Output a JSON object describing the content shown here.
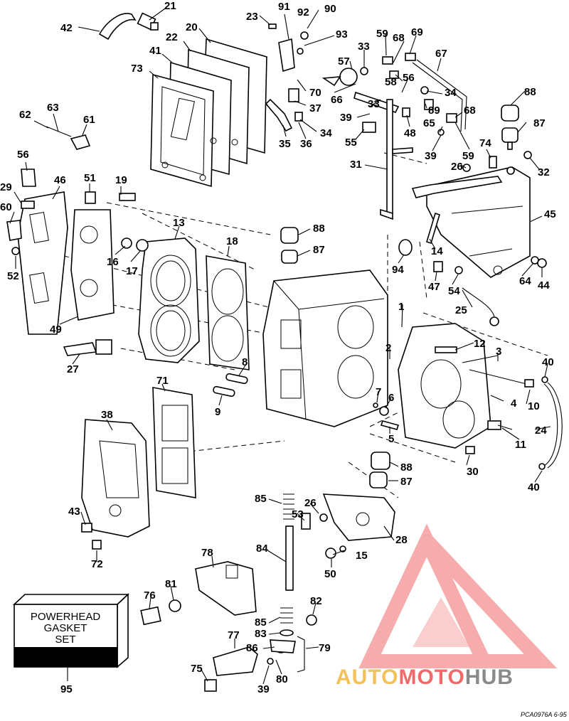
{
  "diagram": {
    "kit_box": {
      "line1": "POWERHEAD",
      "line2": "GASKET",
      "line3": "SET"
    },
    "doc_code": "PCA0976A  6-95",
    "watermark": {
      "part1": "AUTO",
      "part2": "MOTO",
      "part3": "HUB"
    },
    "callouts": [
      {
        "id": "c21",
        "label": "21"
      },
      {
        "id": "c42",
        "label": "42"
      },
      {
        "id": "c23",
        "label": "23"
      },
      {
        "id": "c91",
        "label": "91"
      },
      {
        "id": "c92",
        "label": "92"
      },
      {
        "id": "c90",
        "label": "90"
      },
      {
        "id": "c20",
        "label": "20"
      },
      {
        "id": "c22",
        "label": "22"
      },
      {
        "id": "c93",
        "label": "93"
      },
      {
        "id": "c41",
        "label": "41"
      },
      {
        "id": "c73",
        "label": "73"
      },
      {
        "id": "c33a",
        "label": "33"
      },
      {
        "id": "c59a",
        "label": "59"
      },
      {
        "id": "c68a",
        "label": "68"
      },
      {
        "id": "c69",
        "label": "69"
      },
      {
        "id": "c67",
        "label": "67"
      },
      {
        "id": "c57",
        "label": "57"
      },
      {
        "id": "c58",
        "label": "58"
      },
      {
        "id": "c56b",
        "label": "56"
      },
      {
        "id": "c70",
        "label": "70"
      },
      {
        "id": "c66",
        "label": "66"
      },
      {
        "id": "c34a",
        "label": "34"
      },
      {
        "id": "c37",
        "label": "37"
      },
      {
        "id": "c33b",
        "label": "33"
      },
      {
        "id": "c89",
        "label": "89"
      },
      {
        "id": "c68b",
        "label": "68"
      },
      {
        "id": "c88a",
        "label": "88"
      },
      {
        "id": "c39a",
        "label": "39"
      },
      {
        "id": "c48",
        "label": "48"
      },
      {
        "id": "c65",
        "label": "65"
      },
      {
        "id": "c87a",
        "label": "87"
      },
      {
        "id": "c34b",
        "label": "34"
      },
      {
        "id": "c35",
        "label": "35"
      },
      {
        "id": "c36",
        "label": "36"
      },
      {
        "id": "c55",
        "label": "55"
      },
      {
        "id": "c39b",
        "label": "39"
      },
      {
        "id": "c59b",
        "label": "59"
      },
      {
        "id": "c74",
        "label": "74"
      },
      {
        "id": "c62",
        "label": "62"
      },
      {
        "id": "c63",
        "label": "63"
      },
      {
        "id": "c61",
        "label": "61"
      },
      {
        "id": "c31",
        "label": "31"
      },
      {
        "id": "c26a",
        "label": "26"
      },
      {
        "id": "c32",
        "label": "32"
      },
      {
        "id": "c56",
        "label": "56"
      },
      {
        "id": "c46",
        "label": "46"
      },
      {
        "id": "c51",
        "label": "51"
      },
      {
        "id": "c19",
        "label": "19"
      },
      {
        "id": "c29",
        "label": "29"
      },
      {
        "id": "c60",
        "label": "60"
      },
      {
        "id": "c45",
        "label": "45"
      },
      {
        "id": "c13",
        "label": "13"
      },
      {
        "id": "c88b",
        "label": "88"
      },
      {
        "id": "c18",
        "label": "18"
      },
      {
        "id": "c87b",
        "label": "87"
      },
      {
        "id": "c14",
        "label": "14"
      },
      {
        "id": "c52",
        "label": "52"
      },
      {
        "id": "c16",
        "label": "16"
      },
      {
        "id": "c17",
        "label": "17"
      },
      {
        "id": "c94",
        "label": "94"
      },
      {
        "id": "c47",
        "label": "47"
      },
      {
        "id": "c54",
        "label": "54"
      },
      {
        "id": "c64",
        "label": "64"
      },
      {
        "id": "c44",
        "label": "44"
      },
      {
        "id": "c25",
        "label": "25"
      },
      {
        "id": "c49",
        "label": "49"
      },
      {
        "id": "c1",
        "label": "1"
      },
      {
        "id": "c12",
        "label": "12"
      },
      {
        "id": "c2",
        "label": "2"
      },
      {
        "id": "c3",
        "label": "3"
      },
      {
        "id": "c40a",
        "label": "40"
      },
      {
        "id": "c27",
        "label": "27"
      },
      {
        "id": "c8",
        "label": "8"
      },
      {
        "id": "c71",
        "label": "71"
      },
      {
        "id": "c9",
        "label": "9"
      },
      {
        "id": "c7",
        "label": "7"
      },
      {
        "id": "c6",
        "label": "6"
      },
      {
        "id": "c4",
        "label": "4"
      },
      {
        "id": "c10",
        "label": "10"
      },
      {
        "id": "c38",
        "label": "38"
      },
      {
        "id": "c5",
        "label": "5"
      },
      {
        "id": "c24",
        "label": "24"
      },
      {
        "id": "c11",
        "label": "11"
      },
      {
        "id": "c30",
        "label": "30"
      },
      {
        "id": "c88c",
        "label": "88"
      },
      {
        "id": "c87c",
        "label": "87"
      },
      {
        "id": "c40b",
        "label": "40"
      },
      {
        "id": "c85a",
        "label": "85"
      },
      {
        "id": "c26b",
        "label": "26"
      },
      {
        "id": "c53",
        "label": "53"
      },
      {
        "id": "c43",
        "label": "43"
      },
      {
        "id": "c28",
        "label": "28"
      },
      {
        "id": "c72",
        "label": "72"
      },
      {
        "id": "c84",
        "label": "84"
      },
      {
        "id": "c15",
        "label": "15"
      },
      {
        "id": "c78",
        "label": "78"
      },
      {
        "id": "c50",
        "label": "50"
      },
      {
        "id": "c76",
        "label": "76"
      },
      {
        "id": "c81",
        "label": "81"
      },
      {
        "id": "c82",
        "label": "82"
      },
      {
        "id": "c85b",
        "label": "85"
      },
      {
        "id": "c83",
        "label": "83"
      },
      {
        "id": "c77",
        "label": "77"
      },
      {
        "id": "c86",
        "label": "86"
      },
      {
        "id": "c79",
        "label": "79"
      },
      {
        "id": "c75",
        "label": "75"
      },
      {
        "id": "c80",
        "label": "80"
      },
      {
        "id": "c39c",
        "label": "39"
      },
      {
        "id": "c95",
        "label": "95"
      }
    ]
  }
}
